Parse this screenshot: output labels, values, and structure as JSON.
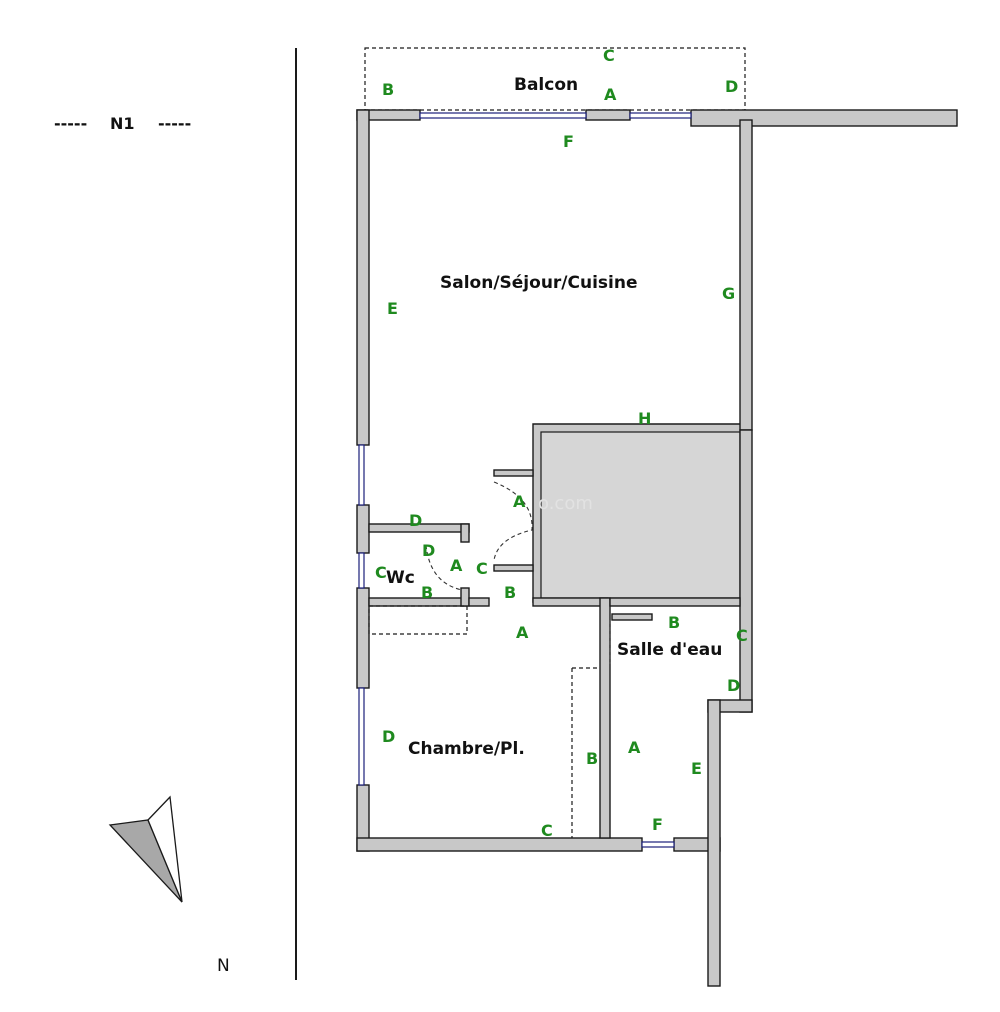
{
  "level": {
    "label": "N1",
    "dashes_left": "-----",
    "dashes_right": "-----"
  },
  "north": {
    "label": "N"
  },
  "watermark": {
    "text": "o.com"
  },
  "rooms": {
    "balcon": "Balcon",
    "salon": "Salon/Séjour/Cuisine",
    "wc": "Wc",
    "salle_eau": "Salle d'eau",
    "chambre": "Chambre/Pl."
  },
  "wall_markers": {
    "balcon_c": "C",
    "balcon_b": "B",
    "balcon_a": "A",
    "balcon_d": "D",
    "salon_f": "F",
    "salon_e": "E",
    "salon_g": "G",
    "salon_h": "H",
    "hall_a_top": "A",
    "wc_d_top": "D",
    "wc_d_inner": "D",
    "wc_c": "C",
    "wc_a": "A",
    "wc_b": "B",
    "hall_c": "C",
    "hall_b": "B",
    "hall_a_bottom": "A",
    "sde_b": "B",
    "sde_c": "C",
    "sde_d": "D",
    "sde_a": "A",
    "sde_e": "E",
    "sde_f": "F",
    "chambre_d": "D",
    "chambre_b": "B",
    "chambre_c": "C"
  },
  "colors": {
    "marker_green": "#1f8a1f",
    "wall_fill": "#c8c8c8",
    "service_block": "#d6d6d6",
    "window_blue": "#1a1f7a"
  }
}
